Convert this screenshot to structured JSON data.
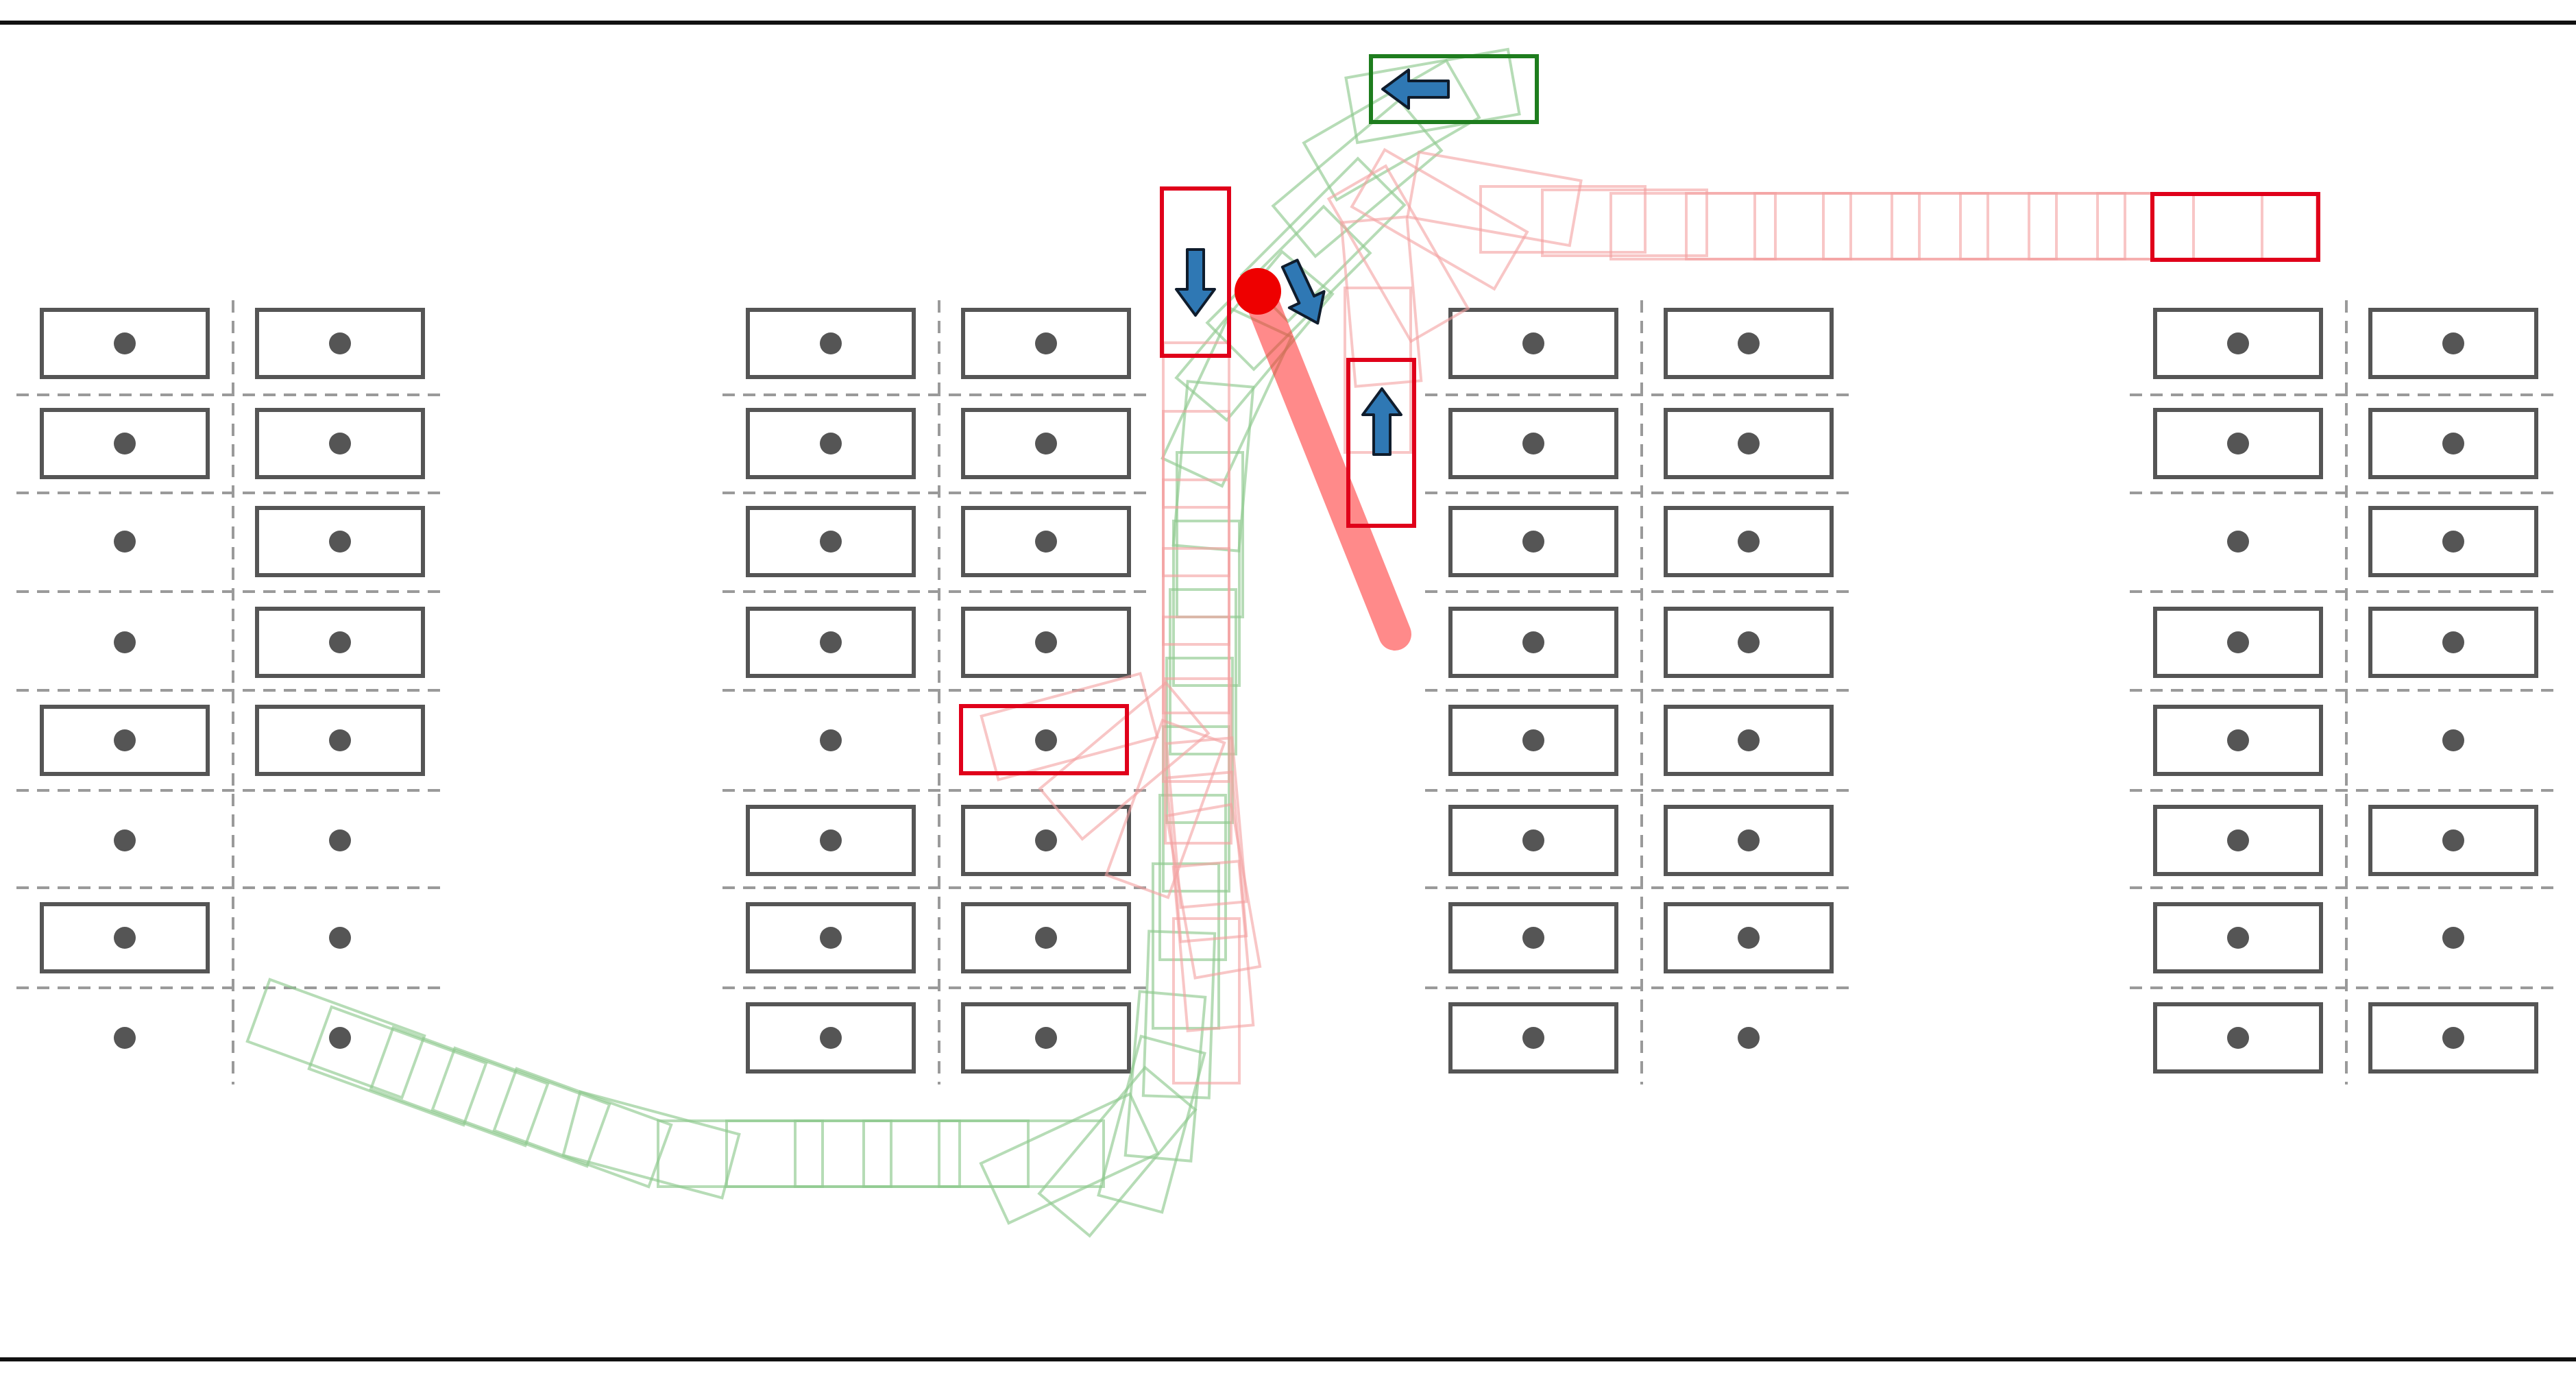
{
  "scene": {
    "kind": "parking-lot-trajectories",
    "colors": {
      "background": "#ffffff",
      "boundary": "#111111",
      "divider": "#9a9a9a",
      "slot": "#555555",
      "ego_vehicle": "#1e7d1e",
      "ego_trail": "#8fc98f",
      "other_vehicle": "#e0001a",
      "other_trail": "#f3a0a0",
      "pedestrian": "#ee0000",
      "heading_arrow": "#2f78b4"
    },
    "parking_blocks": [
      {
        "name": "block-1",
        "occupancy": [
          [
            1,
            1
          ],
          [
            1,
            1
          ],
          [
            0,
            1
          ],
          [
            0,
            1
          ],
          [
            1,
            1
          ],
          [
            0,
            0
          ],
          [
            1,
            0
          ],
          [
            0,
            0
          ]
        ]
      },
      {
        "name": "block-2",
        "occupancy": [
          [
            1,
            1
          ],
          [
            1,
            1
          ],
          [
            1,
            1
          ],
          [
            1,
            1
          ],
          [
            0,
            0
          ],
          [
            1,
            1
          ],
          [
            1,
            1
          ],
          [
            1,
            1
          ]
        ]
      },
      {
        "name": "block-3",
        "occupancy": [
          [
            1,
            1
          ],
          [
            1,
            1
          ],
          [
            1,
            1
          ],
          [
            1,
            1
          ],
          [
            1,
            1
          ],
          [
            1,
            1
          ],
          [
            1,
            1
          ],
          [
            1,
            0
          ]
        ]
      },
      {
        "name": "block-4",
        "occupancy": [
          [
            1,
            1
          ],
          [
            1,
            1
          ],
          [
            0,
            1
          ],
          [
            1,
            1
          ],
          [
            1,
            0
          ],
          [
            1,
            1
          ],
          [
            1,
            0
          ],
          [
            1,
            1
          ]
        ]
      }
    ],
    "agents": [
      {
        "name": "ego-vehicle",
        "type": "vehicle",
        "heading": "left",
        "icon": "arrow-left-icon"
      },
      {
        "name": "red-vehicle-left-lane",
        "type": "vehicle",
        "heading": "down",
        "icon": "arrow-down-icon"
      },
      {
        "name": "red-vehicle-right-lane",
        "type": "vehicle",
        "heading": "up",
        "icon": "arrow-up-icon"
      },
      {
        "name": "red-vehicle-top-lane",
        "type": "vehicle",
        "heading": "none"
      },
      {
        "name": "red-vehicle-parked",
        "type": "vehicle",
        "heading": "none"
      },
      {
        "name": "pedestrian",
        "type": "pedestrian",
        "heading": "down-right",
        "icon": "arrow-down-right-icon"
      }
    ]
  }
}
